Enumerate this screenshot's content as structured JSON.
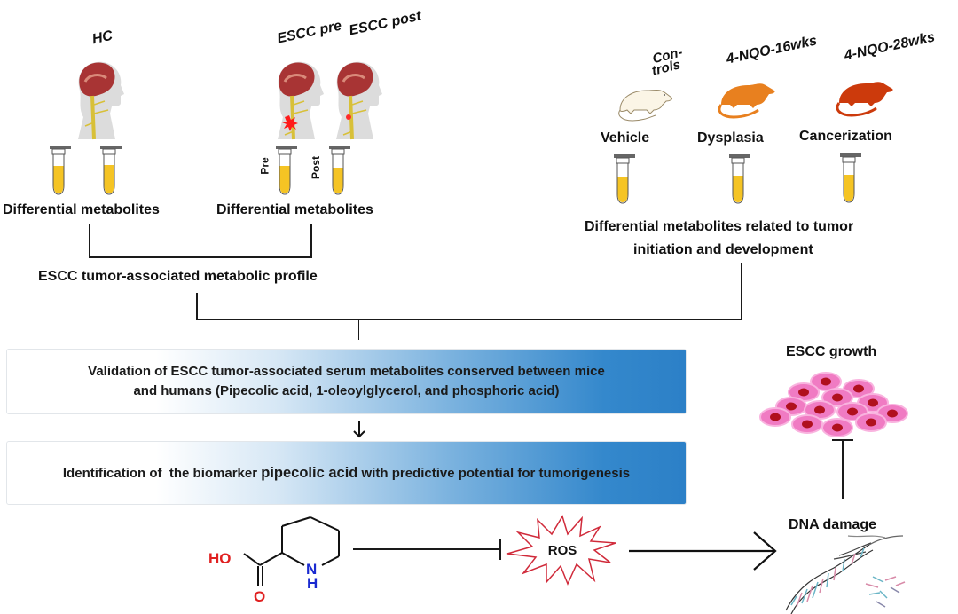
{
  "human_cohort": {
    "groups": [
      {
        "label": "HC"
      },
      {
        "label": "ESCC pre"
      },
      {
        "label": "ESCC post"
      }
    ],
    "tube_labels": [
      "Pre",
      "Post"
    ],
    "left_caption": "Differential metabolites",
    "right_caption": "Differential metabolites",
    "merged_caption": "ESCC tumor-associated metabolic profile"
  },
  "mouse_cohort": {
    "groups": [
      {
        "header": "Con-\ntrols",
        "header_line1": "Con-",
        "header_line2": "trols",
        "stage": "Vehicle",
        "mouse_color": "#fbf5e6"
      },
      {
        "header": "4-NQO-16wks",
        "stage": "Dysplasia",
        "mouse_color": "#e8801f"
      },
      {
        "header": "4-NQO-28wks",
        "stage": "Cancerization",
        "mouse_color": "#cc3a0c"
      }
    ],
    "caption_line1": "Differential metabolites related to tumor",
    "caption_line2": "initiation and development"
  },
  "steps": {
    "validation_line1": "Validation of ESCC tumor-associated serum metabolites conserved between mice",
    "validation_line2": "and humans (Pipecolic acid, 1-oleoylglycerol, and phosphoric acid)",
    "identification_prefix": "Identification of  the biomarker ",
    "identification_bold": "pipecolic acid",
    "identification_suffix": " with predictive potential for tumorigenesis"
  },
  "mechanism": {
    "molecule_atoms": {
      "hydroxyl": "HO",
      "oxygen": "O",
      "nitrogen": "N",
      "hydrogen": "H"
    },
    "ros_label": "ROS",
    "dna_label": "DNA damage",
    "growth_label": "ESCC growth"
  },
  "colors": {
    "tube_fill": "#f5c424",
    "box_gradient_end": "#2c80c7",
    "cell_membrane": "#f07bc3",
    "cell_nucleus": "#b0101e",
    "ros_stroke": "#d02a3a",
    "atom_oxygen": "#e02020",
    "atom_nitrogen": "#1a2ad0"
  }
}
